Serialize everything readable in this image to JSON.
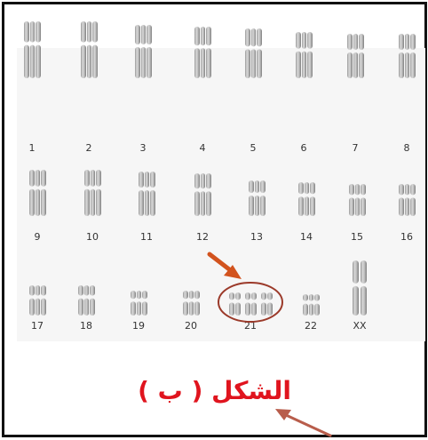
{
  "figure": {
    "caption": "الشكل ( ب )",
    "caption_color": "#e0141e",
    "arrow_color": "#b85d4b",
    "highlight_color": "#9b3a2a",
    "pointer_arrow_color": "#d2531e"
  },
  "karyotype": {
    "rows": [
      {
        "labels": [
          "1",
          "2",
          "3",
          "4",
          "5",
          "6",
          "7",
          "8"
        ]
      },
      {
        "labels": [
          "9",
          "10",
          "11",
          "12",
          "13",
          "14",
          "15",
          "16"
        ]
      },
      {
        "labels": [
          "17",
          "18",
          "19",
          "20",
          "21",
          "22",
          "XX"
        ]
      }
    ],
    "highlighted_pair": "21",
    "highlighted_copies": 3
  }
}
